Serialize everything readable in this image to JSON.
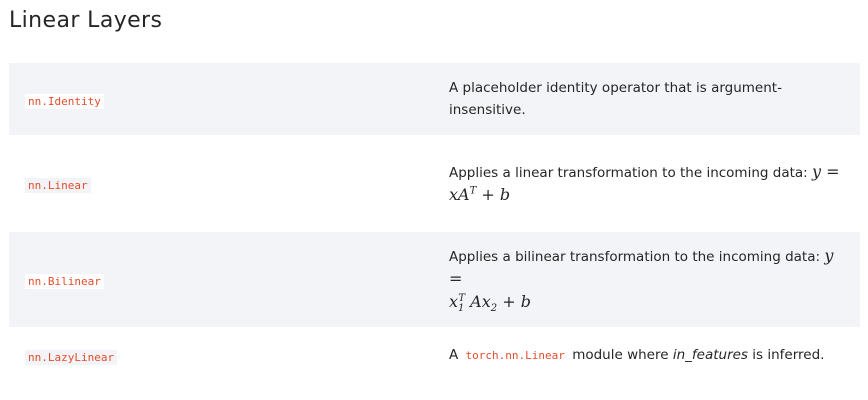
{
  "page": {
    "title": "Linear Layers"
  },
  "rows": [
    {
      "name": "nn.Identity",
      "desc": "A placeholder identity operator that is argument-insensitive."
    },
    {
      "name": "nn.Linear",
      "desc_prefix": "Applies a linear transformation to the incoming data:",
      "formula": "y = xA^T + b"
    },
    {
      "name": "nn.Bilinear",
      "desc_prefix": "Applies a bilinear transformation to the incoming data:",
      "formula": "y = x_1^T A x_2 + b"
    },
    {
      "name": "nn.LazyLinear",
      "desc_a": "A",
      "desc_code": "torch.nn.Linear",
      "desc_b": "module where",
      "desc_em": "in_features",
      "desc_c": "is inferred."
    }
  ]
}
